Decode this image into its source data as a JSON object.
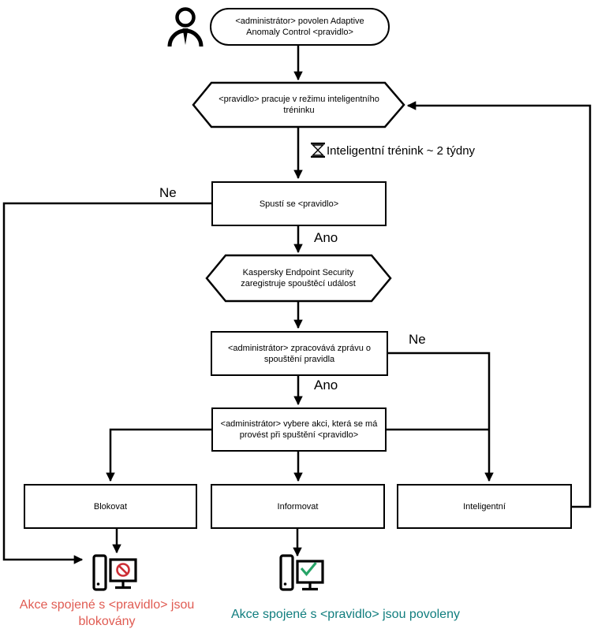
{
  "flowchart": {
    "start": "<administrátor> povolen Adaptive Anomaly Control <pravidlo>",
    "training_mode": "<pravidlo> pracuje v režimu inteligentního tréninku",
    "training_note": "Inteligentní trénink ~ 2 týdny",
    "rule_triggers": "Spustí se <pravidlo>",
    "kes_registers": "Kaspersky Endpoint Security zaregistruje spouštěcí událost",
    "admin_report": "<administrátor> zpracovává zprávu o spouštění pravidla",
    "admin_selects": "<administrátor> vybere akci, která se má provést při spuštění <pravidlo>",
    "action_block": "Blokovat",
    "action_inform": "Informovat",
    "action_smart": "Inteligentní",
    "label_no_left": "Ne",
    "label_yes_trigger": "Ano",
    "label_no_right": "Ne",
    "label_yes_report": "Ano",
    "outcome_blocked": "Akce spojené s <pravidlo> jsou blokovány",
    "outcome_allowed": "Akce spojené s <pravidlo> jsou povoleny",
    "icons": {
      "person": "person-icon",
      "hourglass": "hourglass-icon",
      "blocked_computer": "computer-blocked-icon",
      "allowed_computer": "computer-allowed-icon",
      "prohibition": "prohibition-icon",
      "check": "check-icon"
    },
    "colors": {
      "line": "#000000",
      "node_fill": "#ffffff",
      "blocked_text": "#e05b52",
      "allowed_text": "#107d7e",
      "prohibition_icon": "#cd2f36",
      "check_icon": "#27a467",
      "hourglass_sand": "#e6e6e6"
    }
  }
}
